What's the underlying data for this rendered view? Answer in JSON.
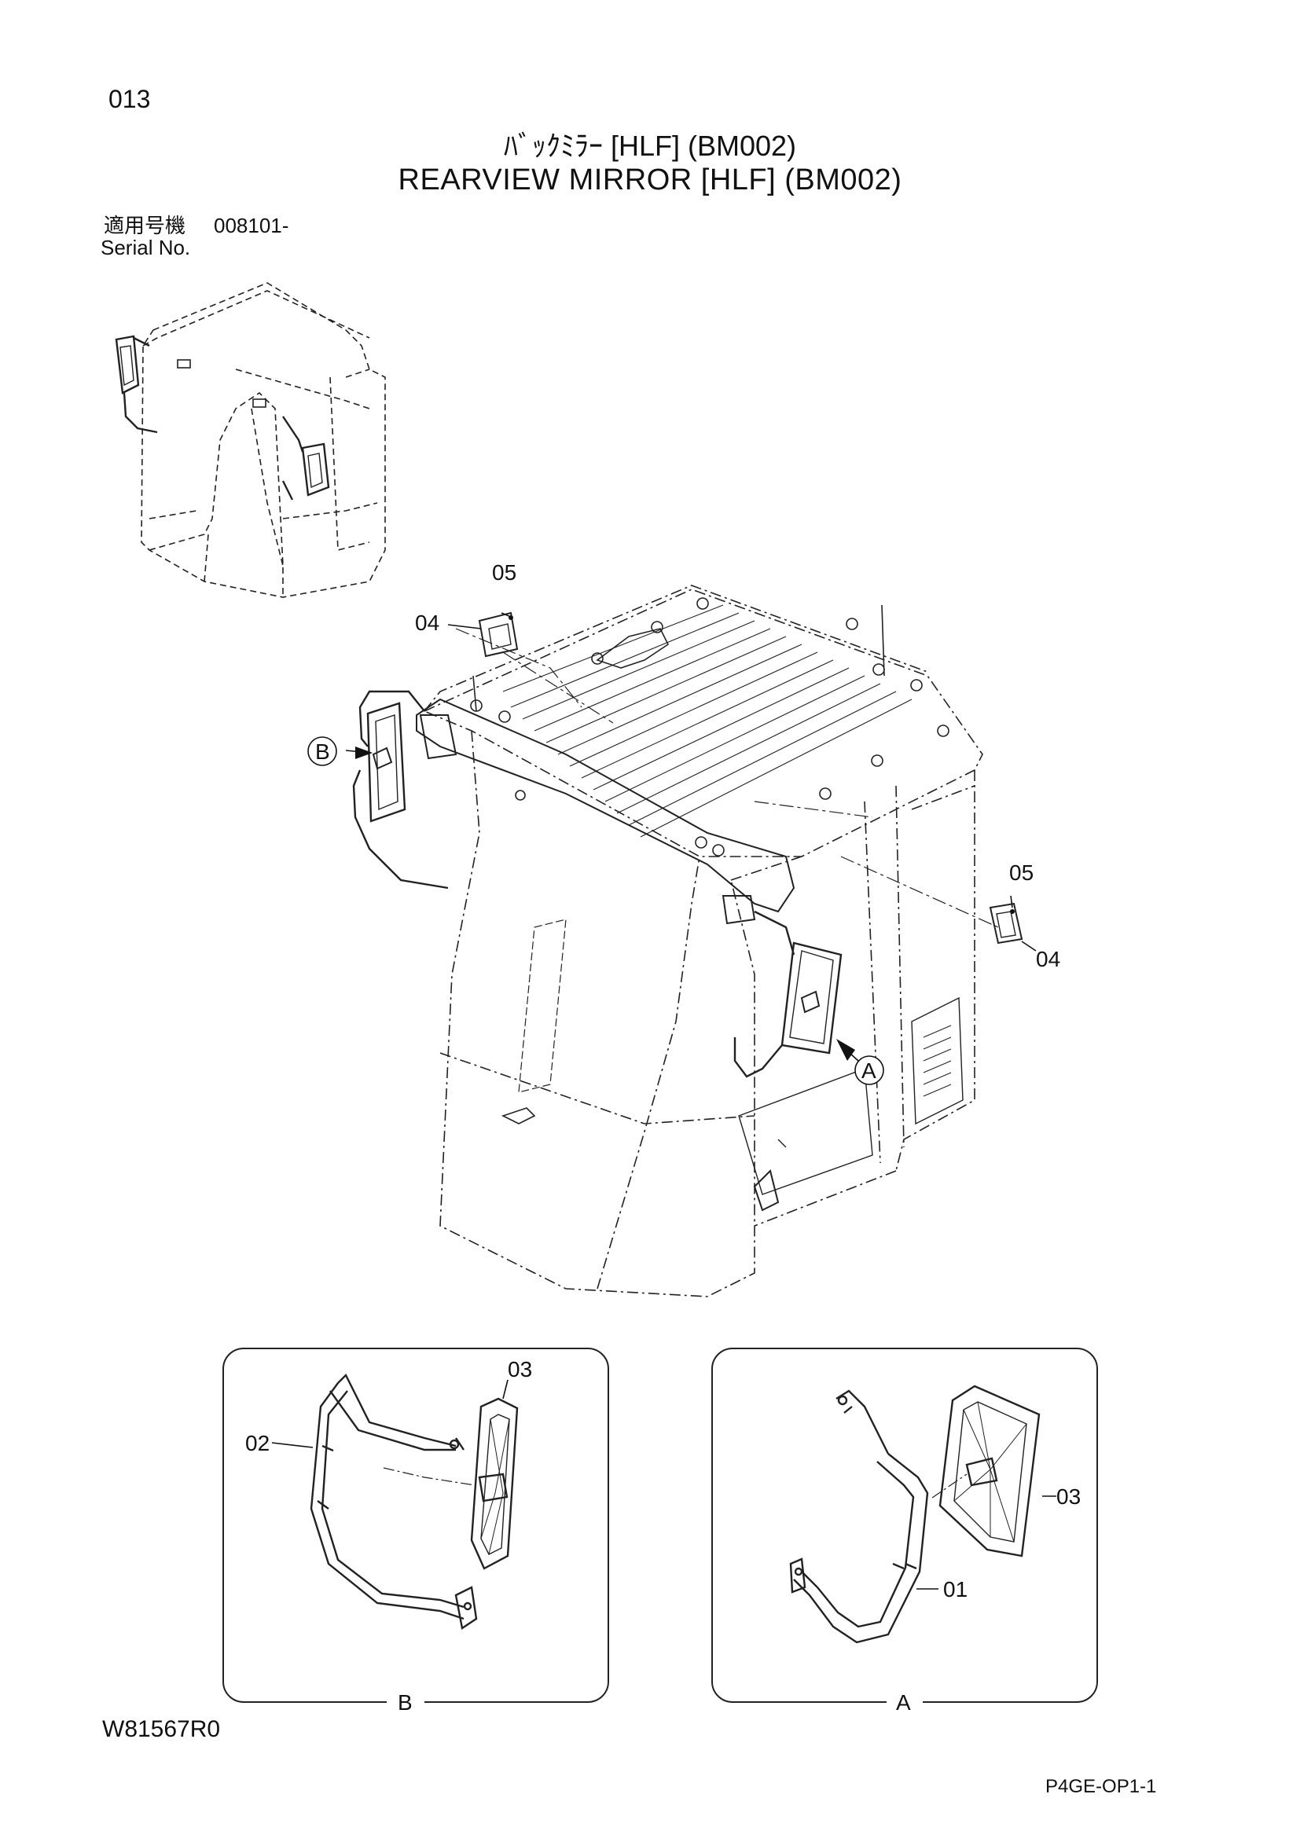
{
  "page_number": "013",
  "title_jp": "ﾊﾞｯｸﾐﾗｰ [HLF] (BM002)",
  "title_en": "REARVIEW MIRROR [HLF] (BM002)",
  "serial": {
    "label_jp": "適用号機",
    "label_en": "Serial  No.",
    "value": "008101-"
  },
  "callouts": {
    "c05_top": "05",
    "c04_top": "04",
    "view_b": "B",
    "c05_right": "05",
    "c04_right": "04",
    "view_a": "A"
  },
  "detail_b": {
    "label": "B",
    "parts": {
      "p03": "03",
      "p02": "02"
    }
  },
  "detail_a": {
    "label": "A",
    "parts": {
      "p03": "03",
      "p01": "01"
    }
  },
  "drawing_number": "W81567R0",
  "page_code": "P4GE-OP1-1"
}
